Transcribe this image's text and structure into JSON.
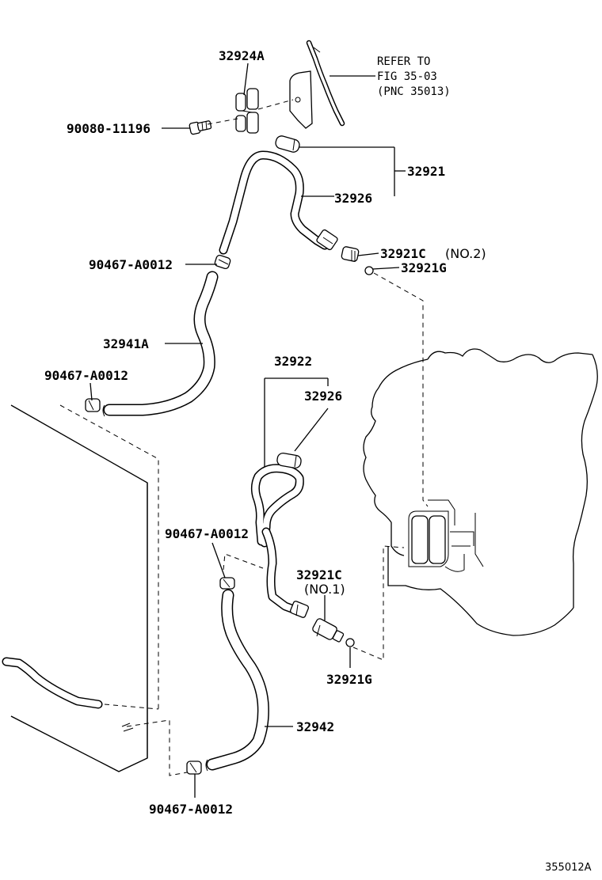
{
  "diagram": {
    "figure_code": "355012A",
    "refer_note": {
      "line1": "REFER TO",
      "line2": "FIG 35-03",
      "line3": "(PNC 35013)"
    },
    "labels": {
      "clamp_bracket": "32924A",
      "bolt": "90080-11196",
      "pipe_assy_upper": "32921",
      "pipe_sleeve_upper": "32926",
      "union_no2_code": "32921C",
      "union_no2_note": "(NO.2)",
      "gasket_upper": "32921G",
      "clip_upper": "90467-A0012",
      "hose_upper": "32941A",
      "clip_radiator": "90467-A0012",
      "pipe_assy_lower": "32922",
      "pipe_sleeve_lower": "32926",
      "clip_mid": "90467-A0012",
      "union_no1_code": "32921C",
      "union_no1_note": "(NO.1)",
      "gasket_lower": "32921G",
      "hose_lower": "32942",
      "clip_bottom": "90467-A0012"
    }
  }
}
